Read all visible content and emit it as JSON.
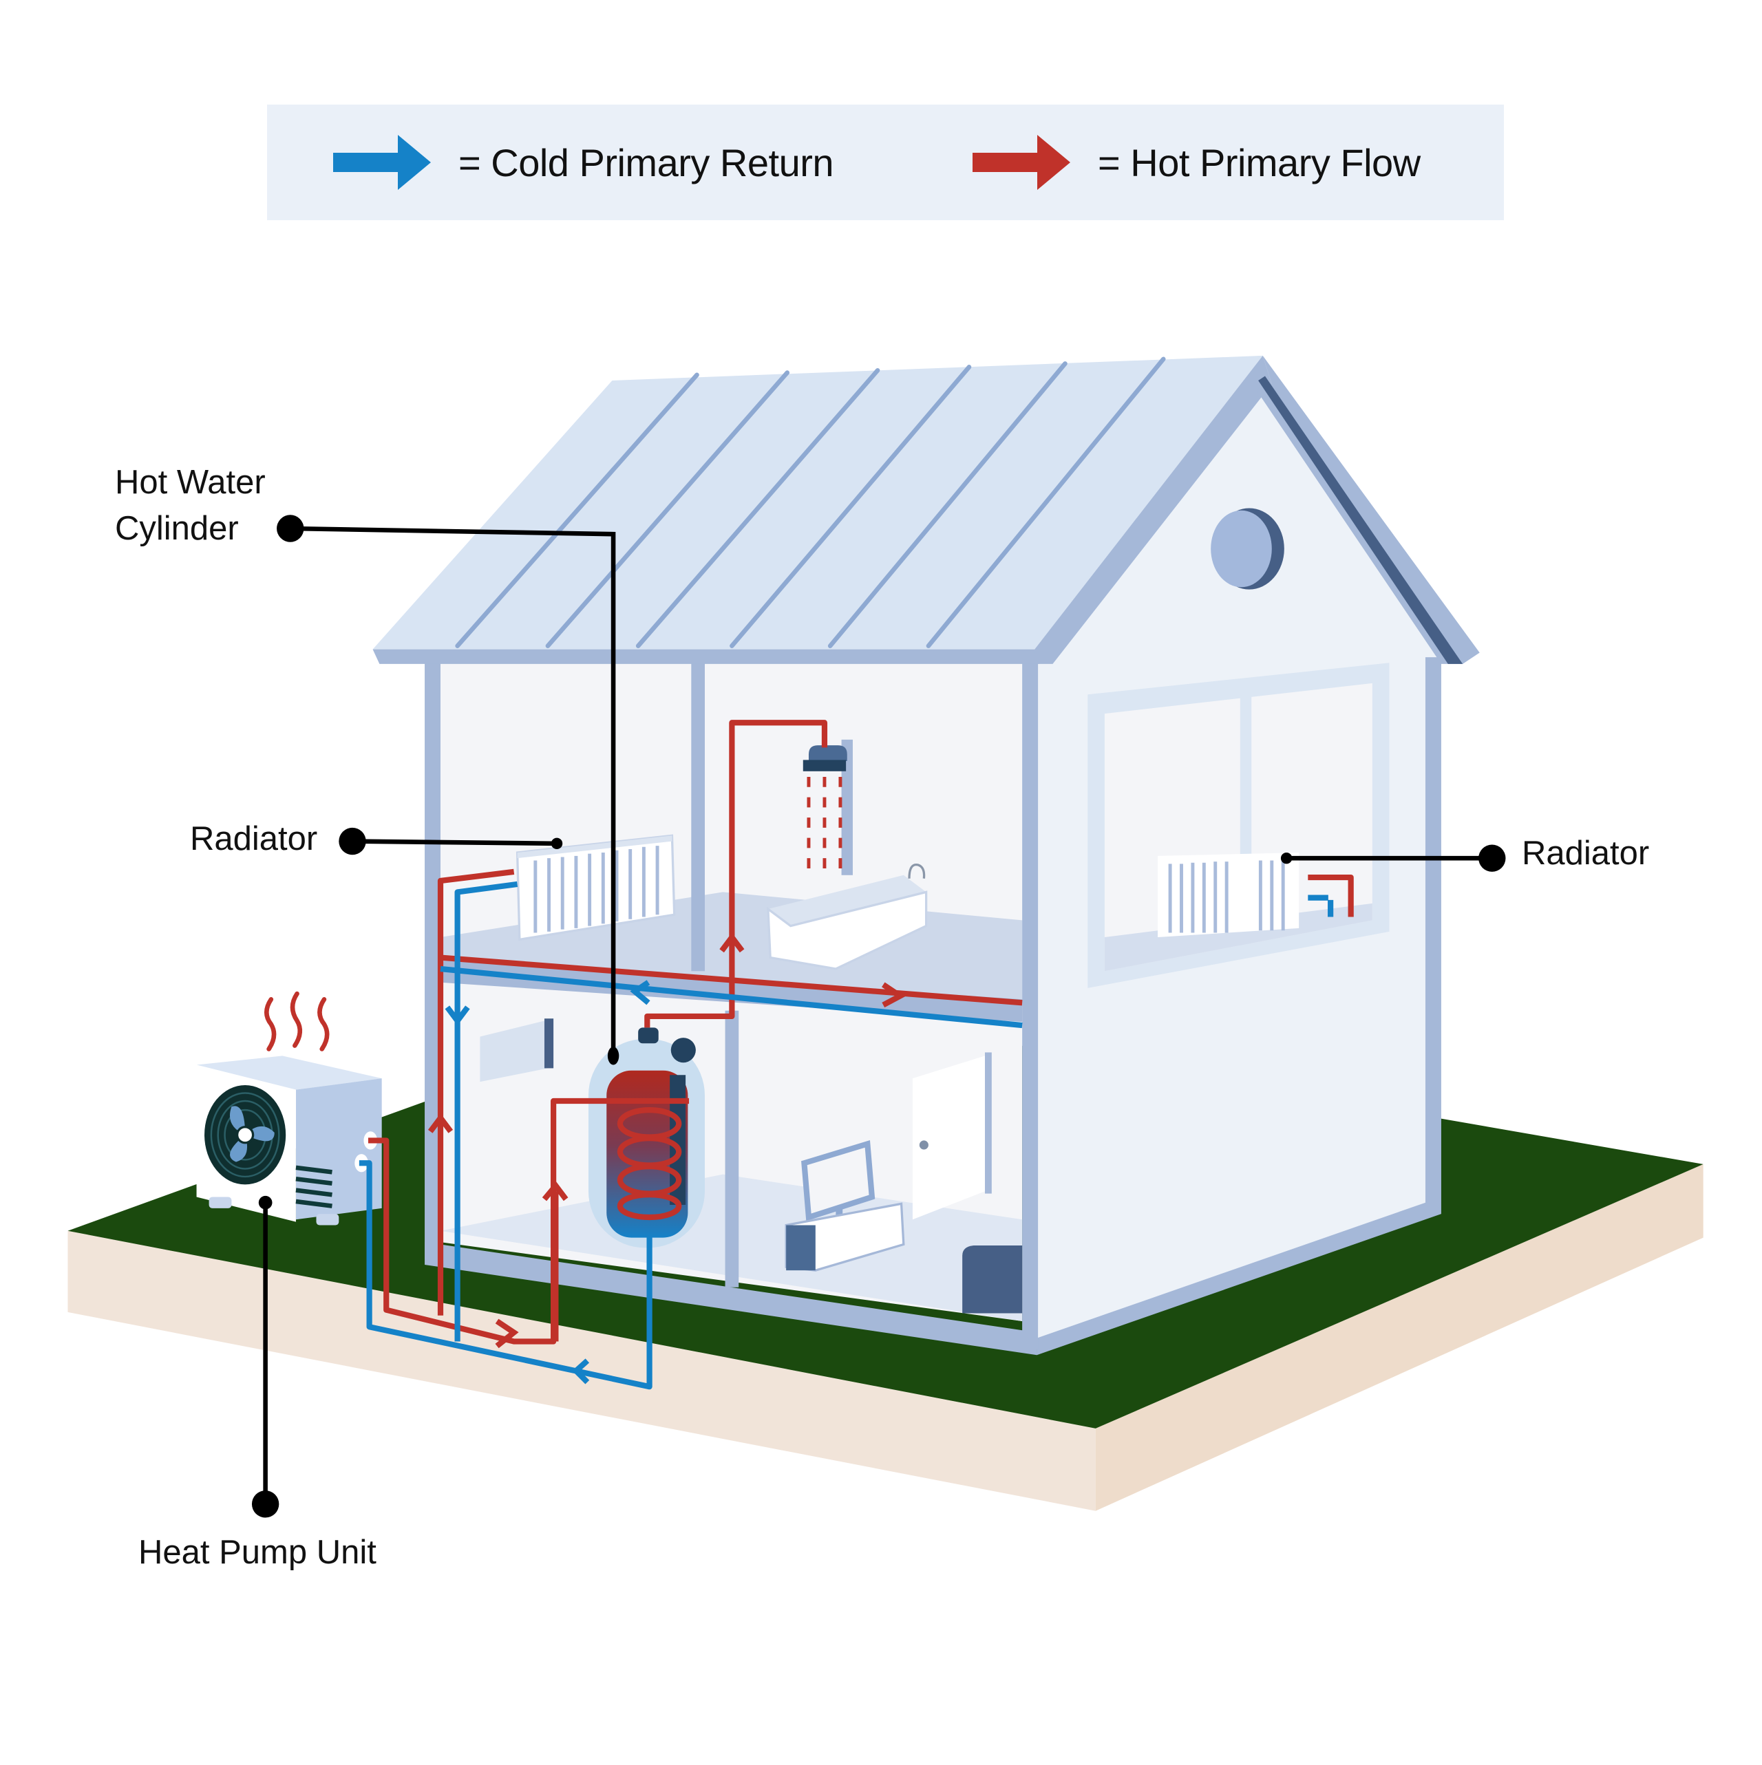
{
  "legend": {
    "items": [
      {
        "label": "= Cold Primary Return",
        "color": "#1582c8",
        "icon": "blue-arrow-icon"
      },
      {
        "label": "= Hot Primary Flow",
        "color": "#c0322a",
        "icon": "red-arrow-icon"
      }
    ]
  },
  "callouts": {
    "hot_water_cylinder_line1": "Hot Water",
    "hot_water_cylinder_line2": "Cylinder",
    "radiator_left": "Radiator",
    "radiator_right": "Radiator",
    "heat_pump_unit": "Heat Pump Unit"
  },
  "colors": {
    "cold": "#1582c8",
    "hot": "#c0322a",
    "grass": "#1b4a0e",
    "soil": "#eedccb",
    "wall": "#a5b8d8",
    "roof": "#d8e4f3",
    "roof_dark": "#465f86",
    "interior": "#f4f5f8"
  }
}
